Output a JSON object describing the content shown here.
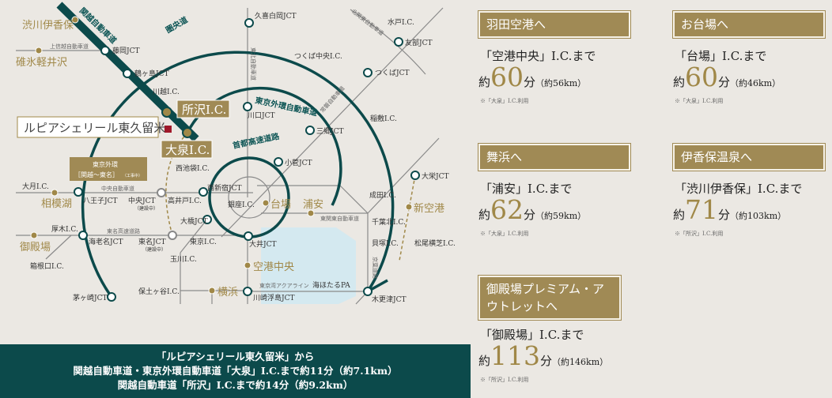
{
  "colors": {
    "ring": "#0c4a4b",
    "gold": "#a08848",
    "bay": "#d4e9f0",
    "bg": "#ebe8e3",
    "banner": "#0c4a4b"
  },
  "map": {
    "property": "ルピアシェリール東久留米",
    "tokorozawa": "所沢I.C.",
    "oizumi": "大泉I.C.",
    "gaikan_note": "東京外環",
    "gaikan_note2": "［関越～東名］",
    "gaikan_note3": "（工事中）",
    "roads": {
      "kanetsu": "関越自動車道",
      "kenodo": "圏央道",
      "gaikan": "東京外環自動車道",
      "shuto": "首都高速道路",
      "joshinetsu": "上信越自動車道",
      "tohoku": "東北自動車道",
      "joban": "常磐自動車道",
      "kitakanto": "北関東自動車道",
      "chuo": "中央自動車道",
      "tomei": "東名高速道路",
      "higashikanto": "東関東自動車道",
      "keiyo": "京葉道路",
      "aqualine": "東京湾アクアライン"
    },
    "gold_places": [
      "渋川伊香保",
      "碓氷軽井沢",
      "相模湖",
      "御殿場",
      "台場",
      "浦安",
      "新空港",
      "空港中央",
      "横浜"
    ],
    "labels": [
      "藤岡JCT",
      "鶴ヶ島JCT",
      "川越I.C.",
      "久喜白岡JCT",
      "つくば中央I.C.",
      "つくばJCT",
      "水戸I.C.",
      "友部JCT",
      "川口JCT",
      "三郷JCT",
      "稲敷I.C.",
      "小菅JCT",
      "西池袋I.C.",
      "大栄JCT",
      "成田I.C.",
      "千葉北I.C.",
      "貝塚I.C.",
      "松尾横芝I.C.",
      "西新宿JCT",
      "銀座I.C.",
      "大橋JCT",
      "大井JCT",
      "東京I.C.",
      "玉川I.C.",
      "保土ヶ谷I.C.",
      "川崎浮島JCT",
      "海ほたるPA",
      "木更津JCT",
      "大月I.C.",
      "八王子JCT",
      "中央JCT",
      "高井戸I.C.",
      "厚木I.C.",
      "海老名JCT",
      "東名JCT",
      "箱根口I.C.",
      "茅ヶ崎JCT",
      "（建設中）",
      "（建設中）"
    ]
  },
  "cards": [
    {
      "title": "羽田空港へ",
      "to": "「空港中央」I.C.まで",
      "pre": "約",
      "min": "60",
      "unit": "分",
      "km": "（約56km）",
      "note": "※「大泉」I.C.利用"
    },
    {
      "title": "お台場へ",
      "to": "「台場」I.C.まで",
      "pre": "約",
      "min": "60",
      "unit": "分",
      "km": "（約46km）",
      "note": "※「大泉」I.C.利用"
    },
    {
      "title": "舞浜へ",
      "to": "「浦安」I.C.まで",
      "pre": "約",
      "min": "62",
      "unit": "分",
      "km": "（約59km）",
      "note": "※「大泉」I.C.利用"
    },
    {
      "title": "伊香保温泉へ",
      "to": "「渋川伊香保」I.C.まで",
      "pre": "約",
      "min": "71",
      "unit": "分",
      "km": "（約103km）",
      "note": "※「所沢」I.C.利用"
    },
    {
      "title": "御殿場プレミアム・アウトレットへ",
      "to": "「御殿場」I.C.まで",
      "pre": "約",
      "min": "113",
      "unit": "分",
      "km": "（約146km）",
      "note": "※「所沢」I.C.利用"
    }
  ],
  "banner": {
    "line1": "「ルピアシェリール東久留米」から",
    "line2": "関越自動車道・東京外環自動車道「大泉」I.C.まで約11分（約7.1km）",
    "line3": "関越自動車道「所沢」I.C.まで約14分（約9.2km）"
  }
}
